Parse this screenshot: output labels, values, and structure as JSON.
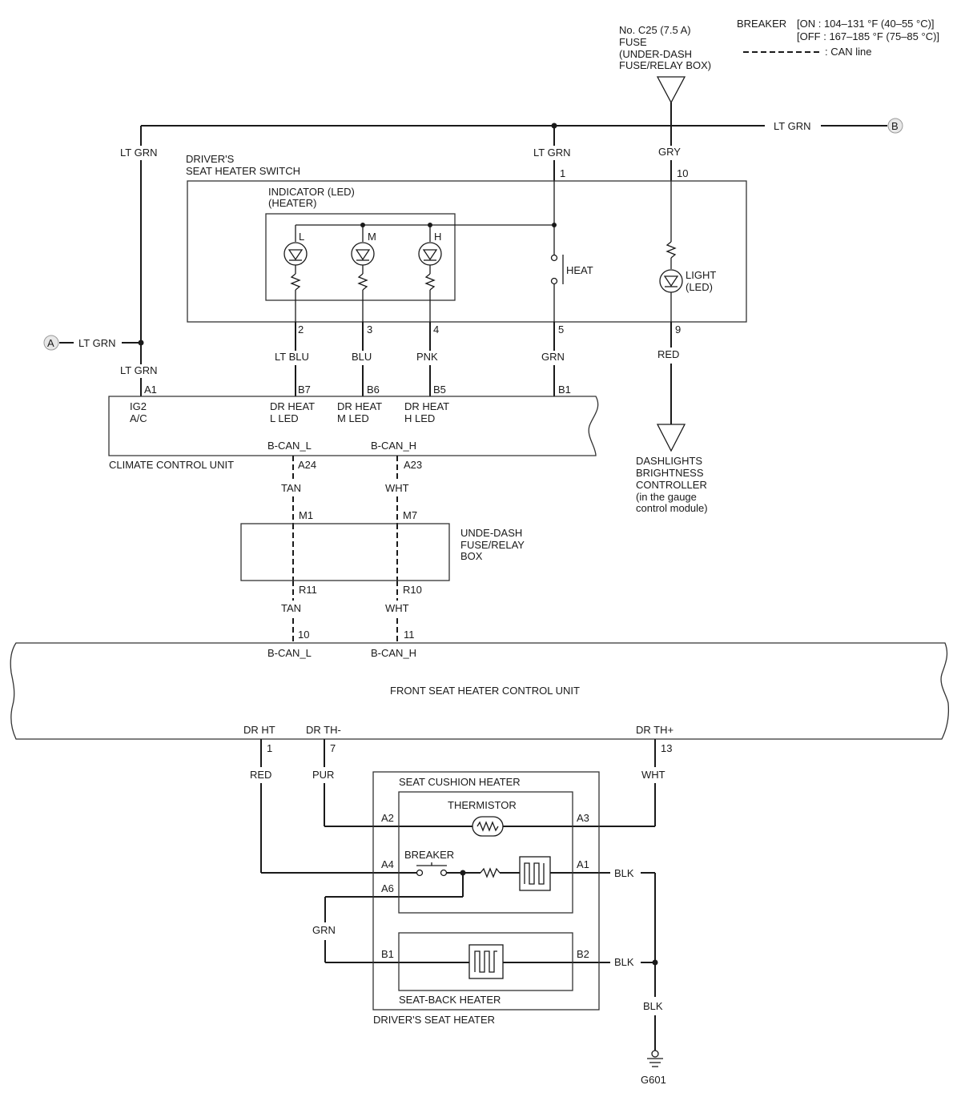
{
  "legend": {
    "breaker_label": "BREAKER",
    "breaker_on": "[ON : 104–131 °F (40–55 °C)]",
    "breaker_off": "[OFF : 167–185 °F (75–85 °C)]",
    "can_line": ": CAN line"
  },
  "fuse": {
    "line1": "No. C25 (7.5 A)",
    "line2": "FUSE",
    "line3": "(UNDER-DASH",
    "line4": "FUSE/RELAY BOX)"
  },
  "connectors": {
    "a": "A",
    "b": "B"
  },
  "wires": {
    "lt_grn": "LT GRN",
    "gry": "GRY",
    "lt_blu": "LT BLU",
    "blu": "BLU",
    "pnk": "PNK",
    "grn": "GRN",
    "red": "RED",
    "tan": "TAN",
    "wht": "WHT",
    "pur": "PUR",
    "blk": "BLK"
  },
  "switch": {
    "title1": "DRIVER'S",
    "title2": "SEAT HEATER SWITCH",
    "indicator1": "INDICATOR (LED)",
    "indicator2": "(HEATER)",
    "led_l": "L",
    "led_m": "M",
    "led_h": "H",
    "heat": "HEAT",
    "light1": "LIGHT",
    "light2": "(LED)",
    "pins": {
      "p1": "1",
      "p2": "2",
      "p3": "3",
      "p4": "4",
      "p5": "5",
      "p9": "9",
      "p10": "10"
    }
  },
  "climate": {
    "title": "CLIMATE CONTROL UNIT",
    "pins": {
      "a1": "A1",
      "b7": "B7",
      "b6": "B6",
      "b5": "B5",
      "b1": "B1",
      "a24": "A24",
      "a23": "A23"
    },
    "ig2": "IG2",
    "ac": "A/C",
    "l_led1": "DR HEAT",
    "l_led2": "L LED",
    "m_led1": "DR HEAT",
    "m_led2": "M LED",
    "h_led1": "DR HEAT",
    "h_led2": "H LED",
    "bcan_l": "B-CAN_L",
    "bcan_h": "B-CAN_H"
  },
  "dashlights": {
    "line1": "DASHLIGHTS",
    "line2": "BRIGHTNESS",
    "line3": "CONTROLLER",
    "line4": "(in the gauge",
    "line5": "control module)"
  },
  "relay_box": {
    "line1": "UNDE-DASH",
    "line2": "FUSE/RELAY",
    "line3": "BOX",
    "pins": {
      "m1": "M1",
      "m7": "M7",
      "r11": "R11",
      "r10": "R10"
    }
  },
  "front_unit": {
    "title": "FRONT SEAT HEATER CONTROL UNIT",
    "pins": {
      "p10": "10",
      "p11": "11",
      "p1": "1",
      "p7": "7",
      "p13": "13"
    },
    "bcan_l": "B-CAN_L",
    "bcan_h": "B-CAN_H",
    "dr_ht": "DR HT",
    "dr_th_minus": "DR TH-",
    "dr_th_plus": "DR TH+"
  },
  "seat_heater": {
    "cushion": "SEAT CUSHION HEATER",
    "thermistor": "THERMISTOR",
    "breaker": "BREAKER",
    "back": "SEAT-BACK HEATER",
    "driver": "DRIVER'S SEAT HEATER",
    "pins": {
      "a1": "A1",
      "a2": "A2",
      "a3": "A3",
      "a4": "A4",
      "a6": "A6",
      "b1": "B1",
      "b2": "B2"
    }
  },
  "ground": "G601"
}
